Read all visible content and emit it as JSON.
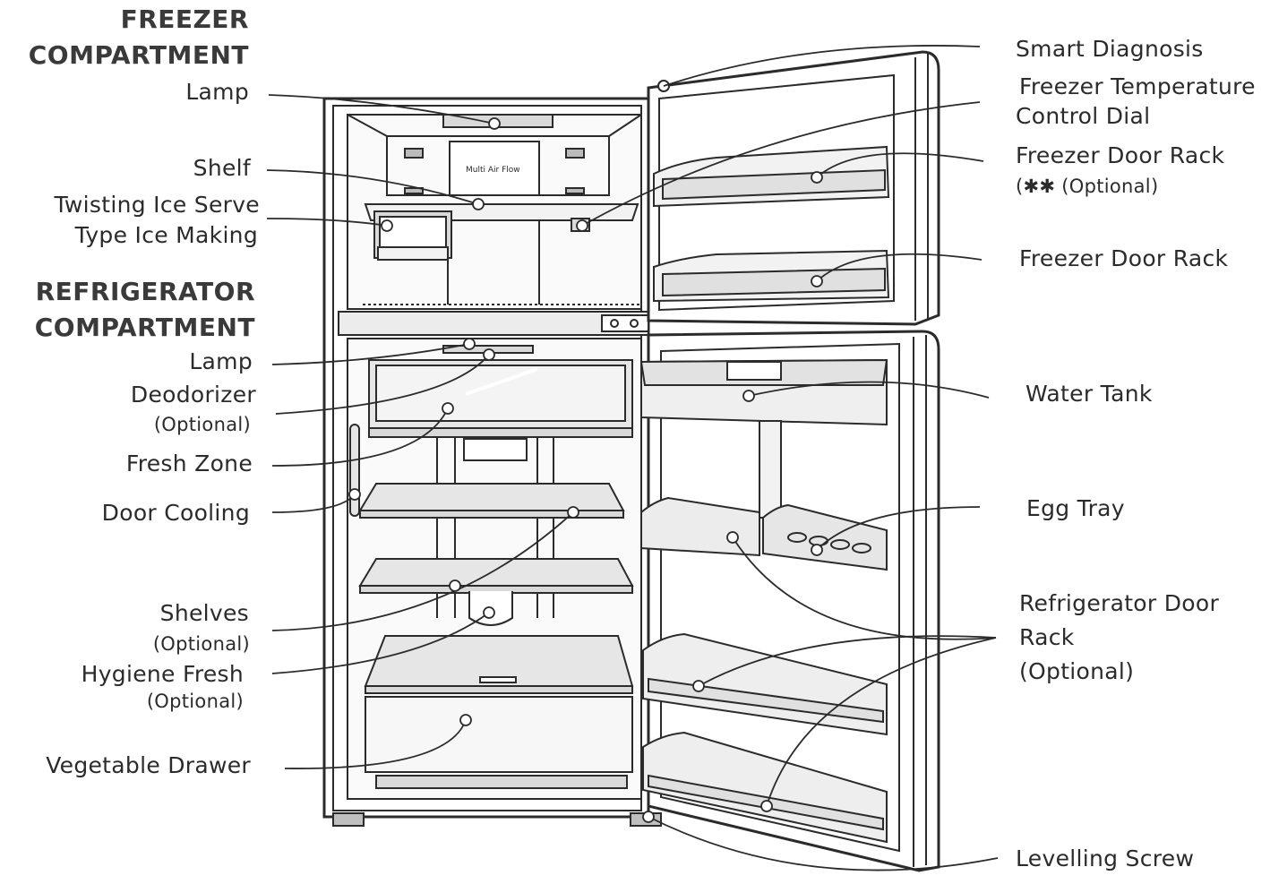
{
  "headings": {
    "freezer": [
      "FREEZER",
      "COMPARTMENT"
    ],
    "refrigerator": [
      "REFRIGERATOR",
      "COMPARTMENT"
    ]
  },
  "left_labels": {
    "freezer_lamp": "Lamp",
    "shelf": "Shelf",
    "ice_maker_line1": "Twisting Ice Serve",
    "ice_maker_line2": "Type Ice Making",
    "fridge_lamp": "Lamp",
    "deodorizer": "Deodorizer",
    "deodorizer_note": "(Optional)",
    "fresh_zone": "Fresh Zone",
    "door_cooling": "Door Cooling",
    "shelves": "Shelves",
    "shelves_note": "(Optional)",
    "hygiene_fresh": "Hygiene Fresh",
    "hygiene_note": "(Optional)",
    "vegetable_drawer": "Vegetable Drawer"
  },
  "right_labels": {
    "smart_diagnosis": "Smart Diagnosis",
    "temp_dial_line1": "Freezer Temperature",
    "temp_dial_line2": "Control Dial",
    "freezer_rack_opt": "Freezer Door Rack",
    "freezer_rack_opt_note": "(✱✱ (Optional)",
    "freezer_rack": "Freezer Door Rack",
    "water_tank": "Water Tank",
    "egg_tray": "Egg Tray",
    "fridge_rack_line1": "Refrigerator Door",
    "fridge_rack_line2": "Rack",
    "fridge_rack_note": "(Optional)",
    "levelling_screw": "Levelling Screw"
  },
  "diagram_text": {
    "air_flow": "Multi Air Flow"
  },
  "colors": {
    "line": "#2b2b2b",
    "fill_light": "#f2f2f2",
    "fill_mid": "#d9d9d9",
    "text": "#2b2b2b"
  }
}
